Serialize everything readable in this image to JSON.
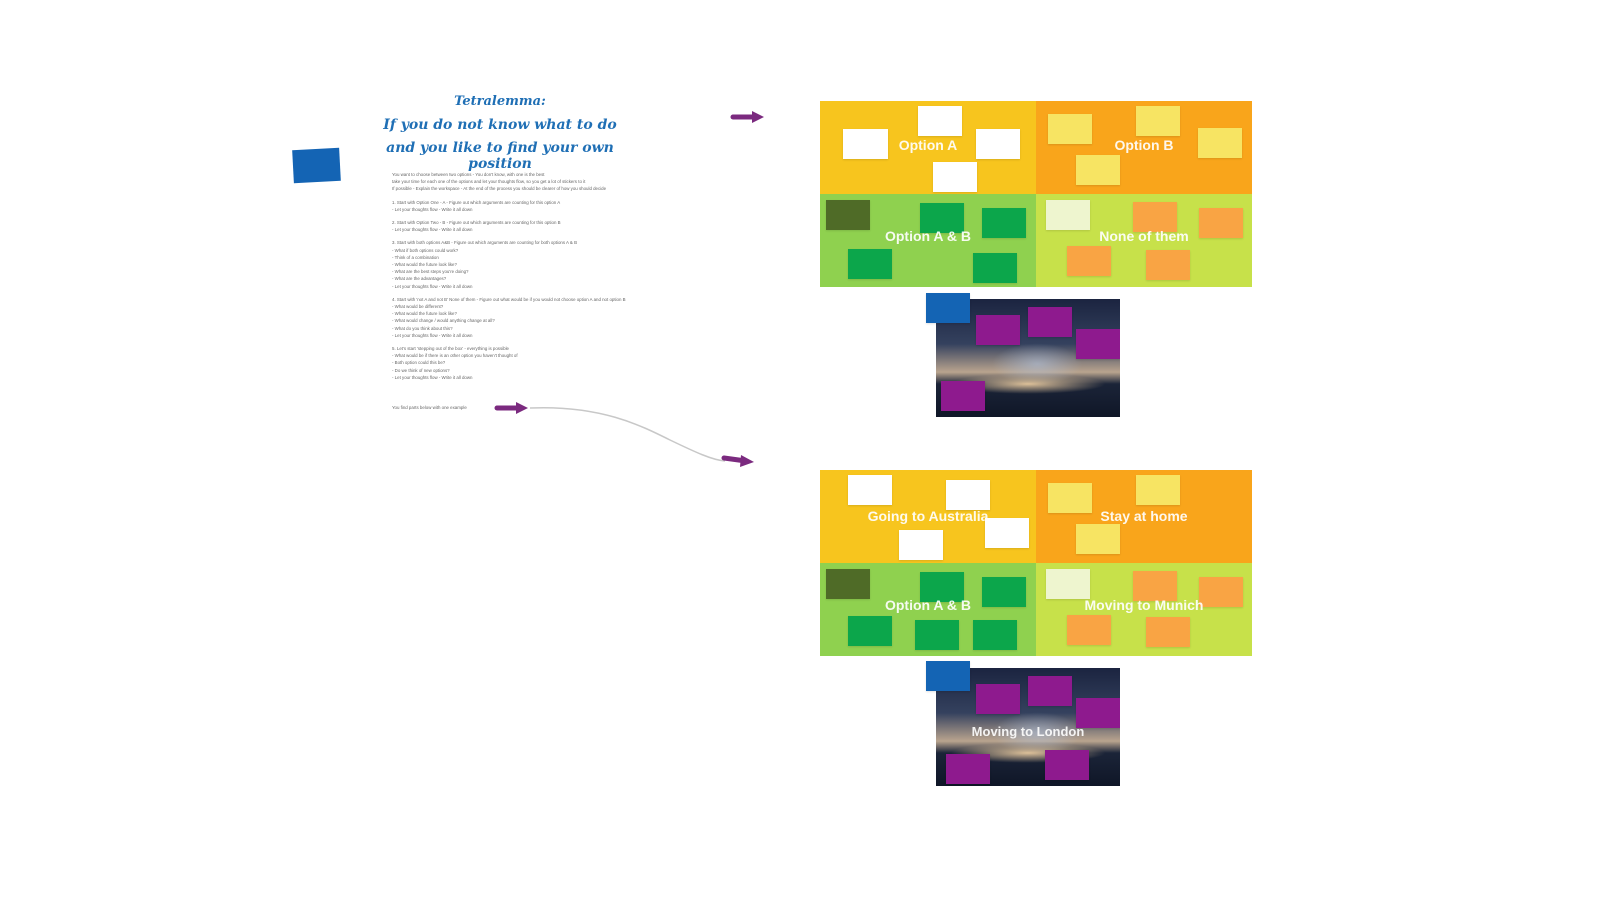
{
  "header": {
    "title_line1": "Tetralemma:",
    "title_line2": "If you do not know what to do",
    "title_line3": "and you like to find your own position"
  },
  "instructions": [
    "You want to choose between two options - You don't know, with one is the best",
    "take your time for each one of the options and let your thoughts flow, so you get a lot of stickers to it",
    "If possible - Explain the workspace - At the end of the process you should be clearer of how you should decide",
    "",
    "1. Start with Option One - A - Figure out which arguments are counting for this option A",
    "- Let your thoughts flow - Write it all down",
    "",
    "2. Start with Option Two - B - Figure out which arguments are counting for this option B",
    "- Let your thoughts flow - Write it all down",
    "",
    "3. Start with both options A&B - Figure out which arguments are counting for both options A & B",
    "- What if both options could work?",
    "- Think of a combination",
    "- What would the future look like?",
    "- What are the best steps you're doing?",
    "- What are the advantages?",
    "- Let your thoughts flow - Write it all down",
    "",
    "4. Start with 'not A and not B' None of them - Figure out what would be if you would not choose option A and not option B",
    "- What would be different?",
    "- What would the future look like?",
    "- What would change / would anything change at all?",
    "- What do you think about this?",
    "- Let your thoughts flow - Write it all down",
    "",
    "5. Let's start 'stepping out of the box' - everything is possible",
    "- What would be if there is an other option you haven't thought of",
    "- Both option could this be?",
    "- Do we think of new options?",
    "- Let your thoughts flow - Write it all down"
  ],
  "footnote": "You find parts below with one example",
  "board1": {
    "top_left": "Option A",
    "top_right": "Option B",
    "bottom_left": "Option A & B",
    "bottom_right": "None of them"
  },
  "board2": {
    "top_left": "Going to Australia",
    "top_right": "Stay at home",
    "bottom_left": "Option A & B",
    "bottom_right": "Moving to Munich",
    "photo_label": "Moving to London"
  },
  "colors": {
    "yellow_quad": "#f7c51e",
    "orange_quad": "#f9a51b",
    "green_quad": "#8fd14f",
    "lime_quad": "#c7e14a",
    "arrow": "#7b2a7f",
    "blue_note": "#1464b4",
    "purple_note": "#8e1a8e",
    "title_blue": "#1f6fb5"
  }
}
